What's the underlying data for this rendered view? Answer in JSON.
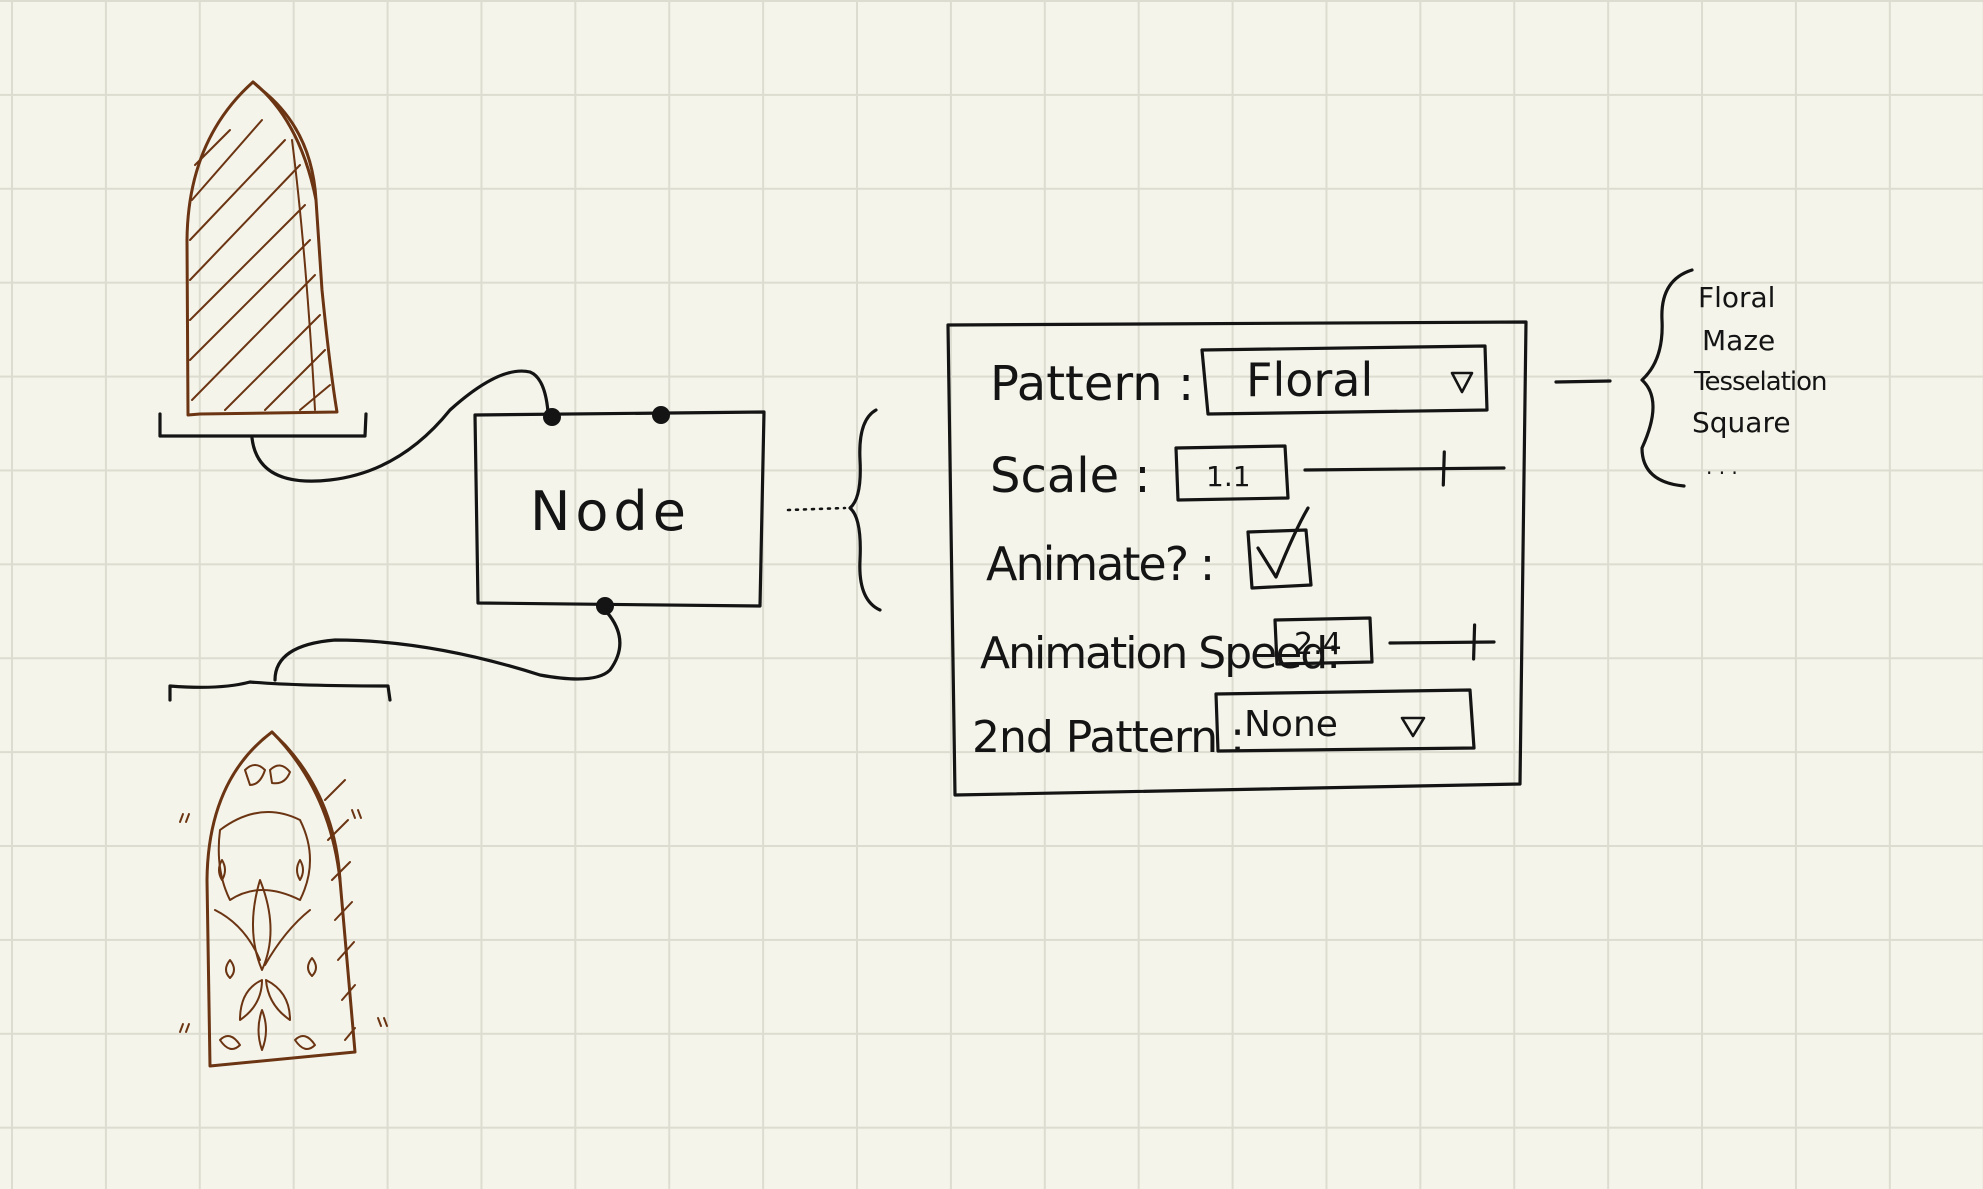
{
  "node": {
    "label": "Node"
  },
  "panel": {
    "pattern": {
      "label": "Pattern :",
      "value": "Floral"
    },
    "scale": {
      "label": "Scale :",
      "value": "1.1",
      "slider_fraction": 0.7
    },
    "animate": {
      "label": "Animate? :",
      "checked": true
    },
    "animation_speed": {
      "label": "Animation Speed:",
      "value": "2.4",
      "slider_fraction": 0.9
    },
    "second_pattern": {
      "label": "2nd Pattern :",
      "value": "None"
    }
  },
  "pattern_options": [
    "Floral",
    "Maze",
    "Tesselation",
    "Square",
    ". . ."
  ],
  "colors": {
    "ink": "#141414",
    "window_brown": "#6b3412",
    "paper": "#f4f4ea"
  },
  "icons": {
    "dropdown": "triangle-down-icon",
    "checkbox": "checkmark-icon"
  }
}
